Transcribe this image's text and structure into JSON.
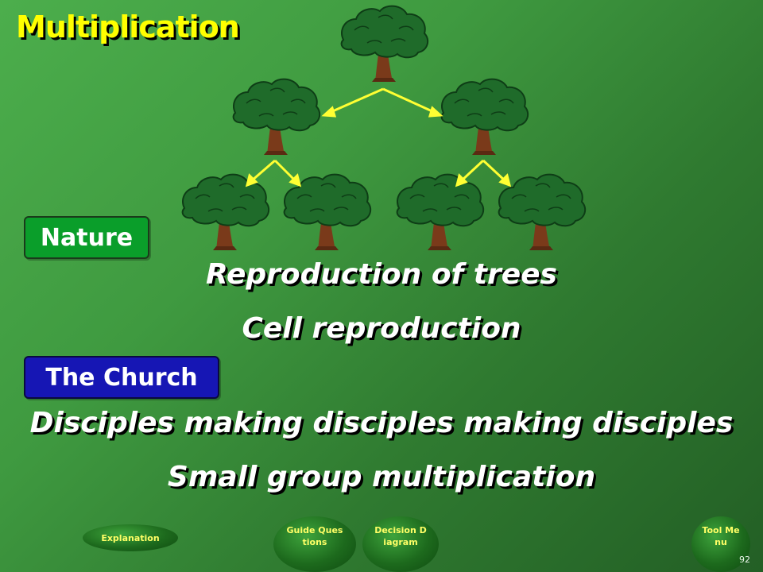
{
  "slide": {
    "title": "Multiplication",
    "labels": {
      "nature": "Nature",
      "church": "The Church"
    },
    "lines": [
      "Reproduction of trees",
      "Cell reproduction",
      "Disciples making disciples making disciples",
      "Small group multiplication"
    ],
    "page_number": "92"
  },
  "nav": {
    "explanation": "Explanation",
    "guide_questions": "Guide Questions",
    "decision_diagram": "Decision Diagram",
    "tool_menu": "Tool Menu"
  },
  "colors": {
    "title": "#ffff00",
    "arrow": "#ffff33",
    "nature_box": "#0a9e2a",
    "church_box": "#1616b4"
  },
  "icons": {
    "tree": "tree-icon",
    "arrow": "arrow-icon"
  }
}
